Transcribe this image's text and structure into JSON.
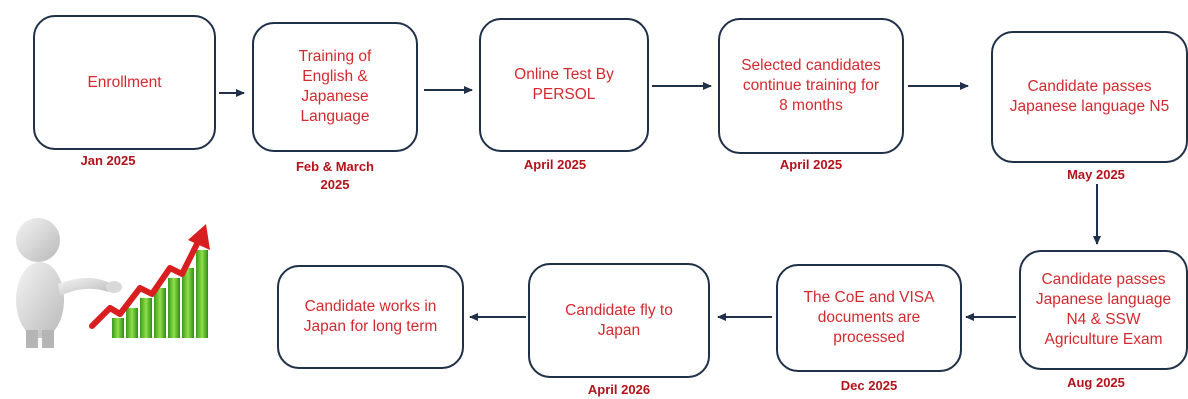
{
  "steps": {
    "enrollment": {
      "label": "Enrollment",
      "date": "Jan 2025"
    },
    "training": {
      "label": "Training of\nEnglish &\nJapanese\nLanguage",
      "date": "Feb & March\n2025"
    },
    "online_test": {
      "label": "Online Test By\nPERSOL",
      "date": "April 2025"
    },
    "selected": {
      "label": "Selected candidates\ncontinue training for\n8 months",
      "date": "April 2025"
    },
    "n5": {
      "label": "Candidate passes\nJapanese language N5",
      "date": "May 2025"
    },
    "n4": {
      "label": "Candidate passes\nJapanese language\nN4 & SSW\nAgriculture Exam",
      "date": "Aug 2025"
    },
    "coe_visa": {
      "label": "The CoE and VISA\ndocuments are\nprocessed",
      "date": "Dec 2025"
    },
    "fly": {
      "label": "Candidate fly to\nJapan",
      "date": "April 2026"
    },
    "works": {
      "label": "Candidate works in\nJapan for long term"
    }
  },
  "colors": {
    "box_border": "#1f3048",
    "label_text": "#d42a2f",
    "date_text": "#b5121b",
    "arrow": "#1f3048"
  },
  "illustration": {
    "icon": "presenter-growth-chart-icon"
  }
}
